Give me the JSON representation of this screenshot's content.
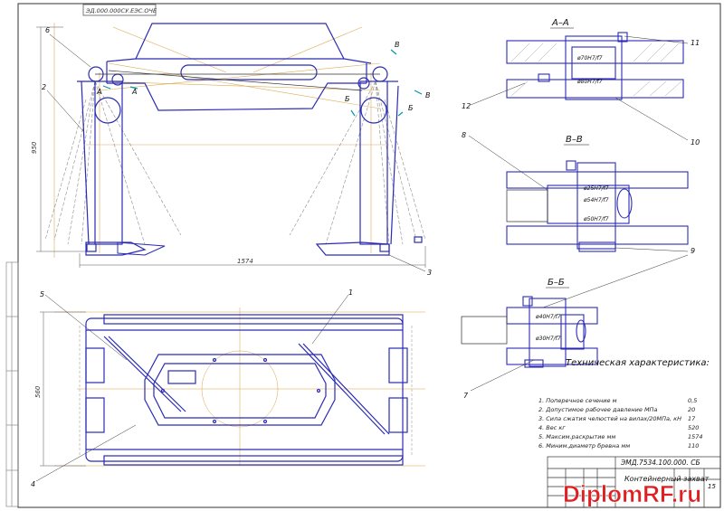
{
  "stamp_top": "ЭД.000.000СУ.ЕЭС.ОЧЕ",
  "sections": {
    "aa": "А–А",
    "vv": "В–В",
    "bb": "Б–Б"
  },
  "callouts": {
    "n1": "1",
    "n2": "2",
    "n3": "3",
    "n4": "4",
    "n5": "5",
    "n6": "6",
    "n7": "7",
    "n8": "8",
    "n9": "9",
    "n10": "10",
    "n11": "11",
    "n12": "12"
  },
  "cut_marks": {
    "a": "А",
    "b": "Б",
    "v": "В"
  },
  "dims": {
    "height_front": "950",
    "width_front": "1574",
    "height_plan": "560"
  },
  "fits": {
    "aa_top": "ø70Н7/f7",
    "aa_bot": "ø80Н7/f7",
    "vv_top": "ø25Н7/f7",
    "vv_mid": "ø54Н7/f7",
    "vv_bot": "ø50Н7/f7",
    "bb_top": "ø40Н7/f7",
    "bb_bot": "ø30Н7/f7"
  },
  "specs": {
    "title": "Техническая характеристика:",
    "rows": [
      {
        "label": "1. Поперечное сечение м",
        "value": "0,5"
      },
      {
        "label": "2. Допустимое рабочее давление МПа",
        "value": "20"
      },
      {
        "label": "3. Сила сжатия челюстей  на вилах/20МПа, кН",
        "value": "17"
      },
      {
        "label": "4. Вес кг",
        "value": "520"
      },
      {
        "label": "5. Максим.раскрытие мм",
        "value": "1574"
      },
      {
        "label": "6. Миним.диаметр бревна мм",
        "value": "110"
      }
    ]
  },
  "title_block": {
    "code": "ЭМД.7534.100.000. СБ",
    "name": "Контейнерный захват",
    "sheet_no": "15"
  },
  "watermark": "DiplomRF.ru"
}
